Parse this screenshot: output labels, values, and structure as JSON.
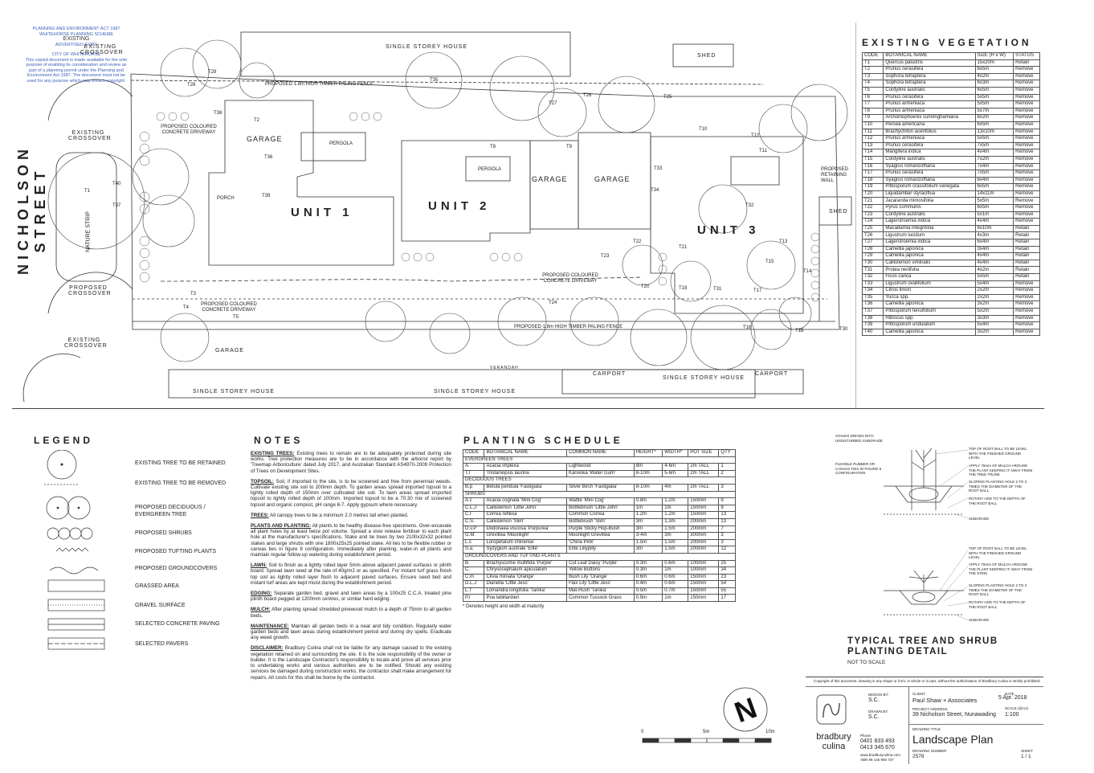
{
  "stamp": {
    "lines": [
      "PLANNING AND ENVIRONMENT ACT 1987",
      "WHITEHORSE PLANNING SCHEME",
      "EXISTING",
      "ADVERTISED COPY",
      "CITY OF WHITEHORSE",
      "This copied document is made available for the sole",
      "purpose of enabling its consideration and review as",
      "part of a planning permit under the Planning and",
      "Environment Act 1987. The document must not be",
      "used for any purpose which may breach copyright."
    ]
  },
  "plan": {
    "street": "NICHOLSON STREET",
    "single_storey_house_top": "SINGLE STOREY HOUSE",
    "single_storey_house_bl": "SINGLE STOREY HOUSE",
    "single_storey_house_bm": "SINGLE STOREY HOUSE",
    "single_storey_house_br": "SINGLE STOREY HOUSE",
    "shed_top": "SHED",
    "shed_right": "SHED",
    "garage_1": "GARAGE",
    "garage_2": "GARAGE",
    "garage_3": "GARAGE",
    "garage_bottom": "GARAGE",
    "carport_1": "CARPORT",
    "carport_2": "CARPORT",
    "verandah": "VERANDAH",
    "unit1": "UNIT 1",
    "unit2": "UNIT 2",
    "unit3": "UNIT 3",
    "existing_crossover_top": "EXISTING CROSSOVER",
    "existing_crossover_mid": "EXISTING CROSSOVER",
    "existing_crossover_bottom": "EXISTING CROSSOVER",
    "proposed_crossover": "PROPOSED CROSSOVER",
    "nature_strip": "NATURE STRIP",
    "proposed_driveway_1": "PROPOSED COLOURED CONCRETE DRIVEWAY",
    "proposed_driveway_2": "PROPOSED COLOURED CONCRETE DRIVEWAY",
    "proposed_driveway_3": "PROPOSED COLOURED CONCRETE DRIVEWAY",
    "fence_top": "PROPOSED 1.8m HIGH TIMBER PALING FENCE",
    "fence_bottom": "PROPOSED 1.8m HIGH TIMBER PALING FENCE",
    "retaining_wall": "PROPOSED RETAINING WALL",
    "pergola": "PERGOLA",
    "porch": "PORCH",
    "tree_tags": [
      "T1",
      "T2",
      "T3",
      "T4",
      "T5",
      "T8",
      "T9",
      "T10",
      "T11",
      "T12",
      "T13",
      "T14",
      "T15",
      "T16",
      "T17",
      "T18",
      "T19",
      "T20",
      "T21",
      "T22",
      "T23",
      "T24",
      "T25",
      "T26",
      "T27",
      "T28",
      "T29",
      "T30",
      "T31",
      "T32",
      "T33",
      "T34",
      "T35",
      "T36",
      "T37",
      "T38",
      "T39",
      "T40"
    ]
  },
  "existing_vegetation": {
    "title": "EXISTING VEGETATION",
    "headers": [
      "CODE",
      "BOTANICAL NAME",
      "SIZE (H x W)",
      "STATUS"
    ],
    "rows": [
      [
        "T1",
        "Quercus palustris",
        "15x20m",
        "Retain"
      ],
      [
        "T2",
        "Prunus cerasifera",
        "6x5m",
        "Remove"
      ],
      [
        "T3",
        "Sophora tetraptera",
        "4x2m",
        "Remove"
      ],
      [
        "T4",
        "Sophora tetraptera",
        "6x3m",
        "Remove"
      ],
      [
        "T5",
        "Cordyline australis",
        "6x5m",
        "Remove"
      ],
      [
        "T6",
        "Prunus cerasifera",
        "5x5m",
        "Remove"
      ],
      [
        "T7",
        "Prunus armeniaca",
        "5x5m",
        "Remove"
      ],
      [
        "T8",
        "Prunus armeniaca",
        "5x7m",
        "Remove"
      ],
      [
        "T9",
        "Archontophoenix cunninghamiana",
        "8x2m",
        "Remove"
      ],
      [
        "T10",
        "Persea americana",
        "6x5m",
        "Remove"
      ],
      [
        "T11",
        "Brachychiton acerifolius",
        "13x10m",
        "Remove"
      ],
      [
        "T12",
        "Prunus armeniaca",
        "5x5m",
        "Remove"
      ],
      [
        "T13",
        "Prunus cerasifera",
        "7x5m",
        "Remove"
      ],
      [
        "T14",
        "Mangifera indica",
        "4x4m",
        "Remove"
      ],
      [
        "T15",
        "Cordyline australis",
        "7x2m",
        "Remove"
      ],
      [
        "T16",
        "Syagrus romanzoffiana",
        "7x4m",
        "Remove"
      ],
      [
        "T17",
        "Prunus cerasifera",
        "7x5m",
        "Remove"
      ],
      [
        "T18",
        "Syagrus romanzoffiana",
        "6x4m",
        "Remove"
      ],
      [
        "T19",
        "Pittosporum crassifolium variegata",
        "6x5m",
        "Remove"
      ],
      [
        "T20",
        "Liquidambar styraciflua",
        "14x11m",
        "Remove"
      ],
      [
        "T21",
        "Jacaranda mimosifolia",
        "5x5m",
        "Remove"
      ],
      [
        "T22",
        "Pyrus communis",
        "6x5m",
        "Remove"
      ],
      [
        "T23",
        "Cordyline australis",
        "5x1m",
        "Remove"
      ],
      [
        "T24",
        "Lagerstroemia indica",
        "4x4m",
        "Remove"
      ],
      [
        "T25",
        "Macadamia integrifolia",
        "6x10m",
        "Retain"
      ],
      [
        "T26",
        "Ligustrum lucidum",
        "4x3m",
        "Retain"
      ],
      [
        "T27",
        "Lagerstroemia indica",
        "6x4m",
        "Retain"
      ],
      [
        "T28",
        "Camellia japonica",
        "3x4m",
        "Retain"
      ],
      [
        "T29",
        "Camellia japonica",
        "4x4m",
        "Retain"
      ],
      [
        "T30",
        "Callistemon viminalis",
        "4x4m",
        "Retain"
      ],
      [
        "T31",
        "Protea neriifolia",
        "4x2m",
        "Retain"
      ],
      [
        "T32",
        "Ficus carica",
        "5x5m",
        "Retain"
      ],
      [
        "T33",
        "Ligustrum ovalifolium",
        "5x4m",
        "Remove"
      ],
      [
        "T34",
        "Citrus limon",
        "2x2m",
        "Remove"
      ],
      [
        "T35",
        "Yucca spp.",
        "2x2m",
        "Remove"
      ],
      [
        "T36",
        "Camellia japonica",
        "3x2m",
        "Remove"
      ],
      [
        "T37",
        "Pittosporum tenuifolium",
        "5x2m",
        "Remove"
      ],
      [
        "T38",
        "Hibiscus spp.",
        "3x3m",
        "Remove"
      ],
      [
        "T39",
        "Pittosporum undulatum",
        "5x4m",
        "Remove"
      ],
      [
        "T40",
        "Camellia japonica",
        "3x2m",
        "Remove"
      ]
    ]
  },
  "legend": {
    "title": "LEGEND",
    "items": [
      "EXISTING TREE TO BE RETAINED",
      "EXISTING TREE TO BE REMOVED",
      "PROPOSED DECIDUOUS / EVERGREEN TREE",
      "PROPOSED SHRUBS",
      "PROPOSED TUFTING PLANTS",
      "PROPOSED GROUNDCOVERS",
      "GRASSED AREA",
      "GRAVEL SURFACE",
      "SELECTED CONCRETE PAVING",
      "SELECTED PAVERS"
    ]
  },
  "notes": {
    "title": "NOTES",
    "items": [
      {
        "h": "EXISTING TREES:",
        "t": "Existing trees to remain are to be adequately protected during site works. Tree protection measures are to be in accordance with the arborist report by 'Treemap Arboriculture' dated July 2017, and Australian Standard AS4970-2009 Protection of Trees on Development Sites."
      },
      {
        "h": "TOPSOIL:",
        "t": "Soil, if imported to the site, is to be screened and free from perennial weeds. Cultivate existing site soil to 200mm depth. To garden areas spread imported topsoil to a lightly rolled depth of 150mm over cultivated site soil. To lawn areas spread imported topsoil to lightly rolled depth of 100mm. Imported topsoil to be a 70:30 mix of screened topsoil and organic compost, pH range 6-7. Apply gypsum where necessary."
      },
      {
        "h": "TREES:",
        "t": "All canopy trees to be a minimum 2.0 metres tall when planted."
      },
      {
        "h": "PLANTS AND PLANTING:",
        "t": "All plants to be healthy disease-free specimens. Over-excavate all plant holes by at least twice pot volume. Spread a slow release fertiliser to each plant hole at the manufacturer's specifications. Stake and tie trees by two 2100x32x32 pointed stakes and large shrubs with one 1800x25x25 pointed stake. All ties to be flexible rubber or canvas ties in figure 8 configuration. Immediately after planting, water-in all plants and maintain regular follow-up watering during establishment period."
      },
      {
        "h": "LAWN:",
        "t": "Soil to finish as a lightly rolled layer 5mm above adjacent paved surfaces or plinth board. Spread lawn seed at the rate of 40g/m2 or as specified. For instant turf grass finish top soil as lightly rolled layer flush to adjacent paved surfaces. Ensure seed bed and instant turf areas are kept moist during the establishment period."
      },
      {
        "h": "EDGING:",
        "t": "Separate garden bed, gravel and lawn areas by a 100x25 C.C.A. treated pine plinth board pegged at 1200mm centres, or similar hard edging."
      },
      {
        "h": "MULCH:",
        "t": "After planting spread shredded pinewood mulch to a depth of 75mm to all garden beds."
      },
      {
        "h": "MAINTENANCE:",
        "t": "Maintain all garden beds in a neat and tidy condition. Regularly water garden beds and lawn areas during establishment period and during dry spells. Eradicate any weed growth."
      },
      {
        "h": "DISCLAIMER:",
        "t": "Bradbury Culina shall not be liable for any damage caused to the existing vegetation retained on and surrounding the site. It is the sole responsibility of the owner or builder. It is the Landscape Contractor's responsibility to locate and prove all services prior to undertaking works and various authorities are to be notified. Should any existing services be damaged during construction works, the contractor shall make arrangement for repairs. All costs for this shall be borne by the contractor."
      }
    ]
  },
  "planting_schedule": {
    "title": "PLANTING SCHEDULE",
    "headers": [
      "CODE",
      "BOTANICAL NAME",
      "COMMON NAME",
      "HEIGHT*",
      "WIDTH*",
      "POT SIZE",
      "QTY"
    ],
    "sections": [
      {
        "name": "EVERGREEN TREES",
        "rows": [
          [
            "A.",
            "Acacia implexa",
            "Lightwood",
            "8m",
            "4-6m",
            "2m TALL",
            "1"
          ],
          [
            "T.l",
            "Tristaniopsis laurina",
            "Kanooka 'Water Gum'",
            "8-10m",
            "5-6m",
            "2m TALL",
            "2"
          ]
        ]
      },
      {
        "name": "DECIDUOUS TREES",
        "rows": [
          [
            "B.p",
            "Betula pendula 'Fastigiata'",
            "Silver Birch 'Fastigiata'",
            "8-10m",
            "4m",
            "2m TALL",
            "3"
          ]
        ]
      },
      {
        "name": "SHRUBS",
        "rows": [
          [
            "A.c",
            "Acacia cognata 'Mini Cog'",
            "Wattle 'Mini Cog'",
            "0.8m",
            "1.2m",
            "150mm",
            "9"
          ],
          [
            "C.L.J",
            "Callistemon 'Little John'",
            "Bottlebrush 'Little John'",
            "1m",
            "1m",
            "150mm",
            "9"
          ],
          [
            "C.r",
            "Correa reflexa",
            "Common Correa",
            "1.2m",
            "1.2m",
            "150mm",
            "13"
          ],
          [
            "C.S.",
            "Callistemon 'Slim'",
            "Bottlebrush 'Slim'",
            "3m",
            "1.3m",
            "200mm",
            "13"
          ],
          [
            "D.v.P",
            "Dodonaea viscosa 'Purpurea'",
            "Purple Sticky Hop-Bush",
            "3m",
            "1.5m",
            "200mm",
            "7"
          ],
          [
            "G.M.",
            "Grevillea 'Moonlight'",
            "Moonlight Grevillea",
            "3-4m",
            "3m",
            "300mm",
            "3"
          ],
          [
            "L.c",
            "Loropetalum chinense",
            "'China Pink'",
            "1.5m",
            "1.5m",
            "200mm",
            "3"
          ],
          [
            "S.a.",
            "Syzygium australe 'Elite'",
            "Elite Lillypilly",
            "3m",
            "1.5m",
            "200mm",
            "12"
          ]
        ]
      },
      {
        "name": "GROUNDCOVERS AND TUFTING PLANTS",
        "rows": [
          [
            "B.",
            "Brachyscome multifida 'Purple'",
            "Cut Leaf Daisy 'Purple'",
            "0.3m",
            "0.6m",
            "100mm",
            "25"
          ],
          [
            "C.",
            "Chrysocephalum apiculatum",
            "Yellow Buttons",
            "0.3m",
            "1m",
            "100mm",
            "34"
          ],
          [
            "C.m",
            "Clivia miniata 'Orange'",
            "Bush Lily 'Orange'",
            "0.6m",
            "0.6m",
            "150mm",
            "23"
          ],
          [
            "D.L.J",
            "Dianella 'Little Jess'",
            "Flax Lily 'Little Jess'",
            "0.4m",
            "0.6m",
            "150mm",
            "54"
          ],
          [
            "L.T",
            "Lomandra longifolia 'Tanika'",
            "Mat-Rush 'Tanika'",
            "0.5m",
            "0.7m",
            "150mm",
            "55"
          ],
          [
            "P.l",
            "Poa labillardieri",
            "Common Tussock Grass",
            "0.9m",
            "1m",
            "150mm",
            "17"
          ]
        ]
      }
    ],
    "footnote": "* Denotes height and width at maturity"
  },
  "detail": {
    "title": "TYPICAL TREE AND SHRUB PLANTING DETAIL",
    "subtitle": "NOT TO SCALE",
    "tree_notes": [
      "STAKES DRIVEN INTO UNDISTURBED SUBGRADE",
      "FLEXIBLE RUBBER OR CANVAS TIES IN FIGURE 8 CONFIGURATION",
      "TOP OF ROOT BALL TO BE LEVEL WITH THE FINISHED GROUND LEVEL",
      "APPLY 75mm OF MULCH AROUND THE PLANT KEEPING IT AWAY FROM THE TREE TRUNK",
      "SLOPING PLANTING HOLE 2 TO 3 TIMES THE DIAMETER OF THE ROOT BALL",
      "ROTARY HOE TO THE DEPTH OF THE ROOT BALL",
      "SUBGRADE"
    ],
    "shrub_notes": [
      "TOP OF ROOT BALL TO BE LEVEL WITH THE FINISHED GROUND LEVEL",
      "APPLY 75mm OF MULCH AROUND THE PLANT KEEPING IT AWAY FROM THE STEM",
      "SLOPING PLANTING HOLE 2 TO 3 TIMES THE DIAMETER OF THE ROOT BALL",
      "ROTARY HOE TO THE DEPTH OF THE ROOT BALL",
      "SUBGRADE"
    ]
  },
  "scale_bar": {
    "labels": [
      "0",
      "5m",
      "10m"
    ]
  },
  "title_block": {
    "copyright": "Copyright of this document, drawing in any shape or form, in whole or in part, without the authorisation of Bradbury Culina is strictly prohibited.",
    "design_by_label": "DESIGN BY:",
    "design_by": "S.C.",
    "drawn_by_label": "DRAWN BY:",
    "drawn_by": "S.C.",
    "client_label": "CLIENT",
    "client": "Paul Shaw + Associates",
    "project_label": "PROJECT ADDRESS",
    "project": "39 Nicholson Street, Nunawading",
    "date_label": "DATE",
    "date": "5 Apr. 2018",
    "scale_label": "SCALE (@A1)",
    "scale": "1:100",
    "drawing_title_label": "DRAWING TITLE",
    "drawing_title": "Landscape Plan",
    "drawing_number_label": "DRAWING NUMBER",
    "drawing_number": "2578",
    "sheet_label": "SHEET",
    "sheet": "1 / 1",
    "company": "bradbury culina",
    "phone_label": "Phone",
    "phone_1": "0401 833 493",
    "phone_2": "0413 345 670",
    "web": "www.bradburyculina.com",
    "abn": "ABN 98 145 960 727"
  }
}
